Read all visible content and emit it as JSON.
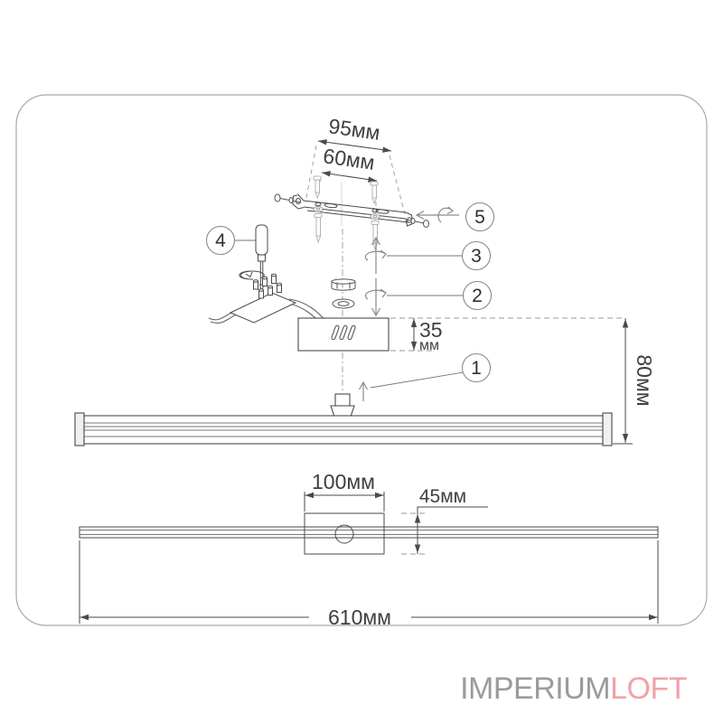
{
  "window": {
    "background": "#ffffff",
    "border_color": "#a9a9a9"
  },
  "diagram": {
    "type": "assembly-instruction",
    "dimensions": {
      "bracket_length": "95мм",
      "hole_spacing": "60мм",
      "canopy_depth_value": "35",
      "canopy_depth_unit": "мм",
      "overall_depth": "80мм",
      "base_plate_length": "100мм",
      "base_plate_width": "45мм",
      "fixture_length": "610мм"
    },
    "callouts": [
      "5",
      "3",
      "2",
      "1",
      "4"
    ],
    "colors": {
      "line": "#4a4a4a",
      "light_part": "#b3b3b3",
      "leader": "#777777",
      "dashed": "#999999"
    }
  },
  "brand": {
    "name": "IMPERIUMLOFT",
    "part1": "IMPERIUM",
    "part2": "LOFT",
    "gray": "#9b9b9d",
    "pink": "#f1a3a6"
  }
}
